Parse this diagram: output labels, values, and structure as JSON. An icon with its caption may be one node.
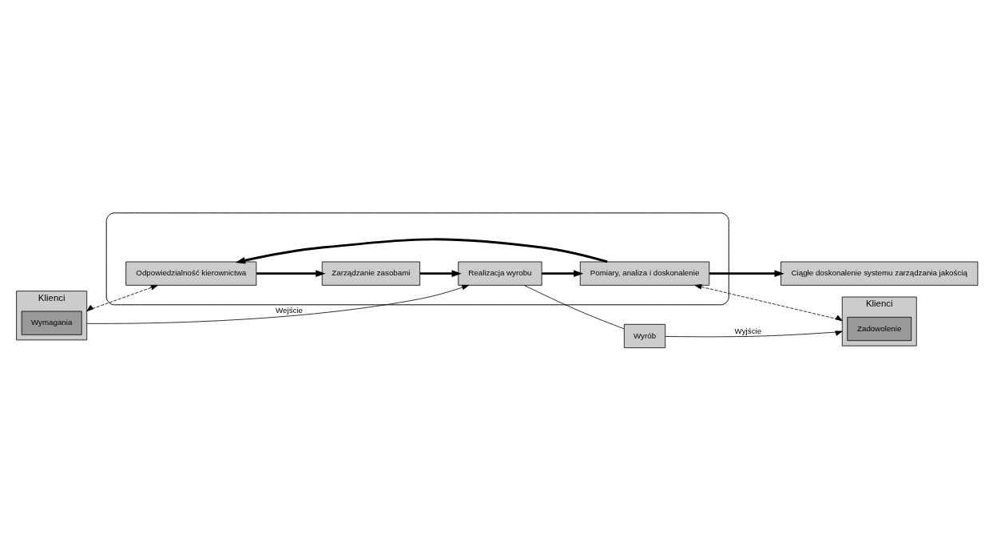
{
  "diagram": {
    "nodes": [
      {
        "text": [
          "Ciągłe doskonalenie systemu zarządzania jakością"
        ]
      },
      {
        "text": [
          "Klienci"
        ]
      },
      {
        "text": [
          "Wymagania"
        ],
        "in": 1
      },
      {
        "text": [],
        "shape": "ellipse"
      },
      {
        "text": [
          "Odpowiedzialność kierownictwa"
        ],
        "in": 3
      },
      {
        "text": [
          "Zarządzanie zasobami"
        ],
        "in": 3
      },
      {
        "text": [
          "Pomiary, analiza i doskonalenie"
        ],
        "in": 3
      },
      {
        "text": [
          "Realizacja wyrobu"
        ],
        "in": 3
      },
      {
        "text": [
          "Wyrób"
        ]
      },
      {
        "text": [
          "Klienci"
        ]
      },
      {
        "text": [
          "Zadowolenie"
        ],
        "in": 9
      }
    ],
    "edges": [
      {
        "from": 1,
        "to": 4,
        "arrow": "both",
        "style": "dashed"
      },
      {
        "from": 4,
        "to": 5,
        "arrow": "to",
        "style": "thick"
      },
      {
        "from": 5,
        "to": 7,
        "arrow": "to",
        "style": "thick"
      },
      {
        "from": 7,
        "to": 6,
        "arrow": "to",
        "style": "thick"
      },
      {
        "from": 6,
        "to": 4,
        "arrow": "to",
        "style": "thick"
      },
      {
        "from": 6,
        "to": 0,
        "arrow": "to",
        "style": "thick"
      },
      {
        "from": 6,
        "to": 9,
        "arrow": "both",
        "style": "dashed"
      },
      {
        "from": 1,
        "to": 7,
        "arrow": "to",
        "label": "Wejście"
      },
      {
        "from": 7,
        "to": 8,
        "arrow": "none"
      },
      {
        "from": 8,
        "to": 9,
        "arrow": "to",
        "label": "Wyjście"
      }
    ]
  }
}
